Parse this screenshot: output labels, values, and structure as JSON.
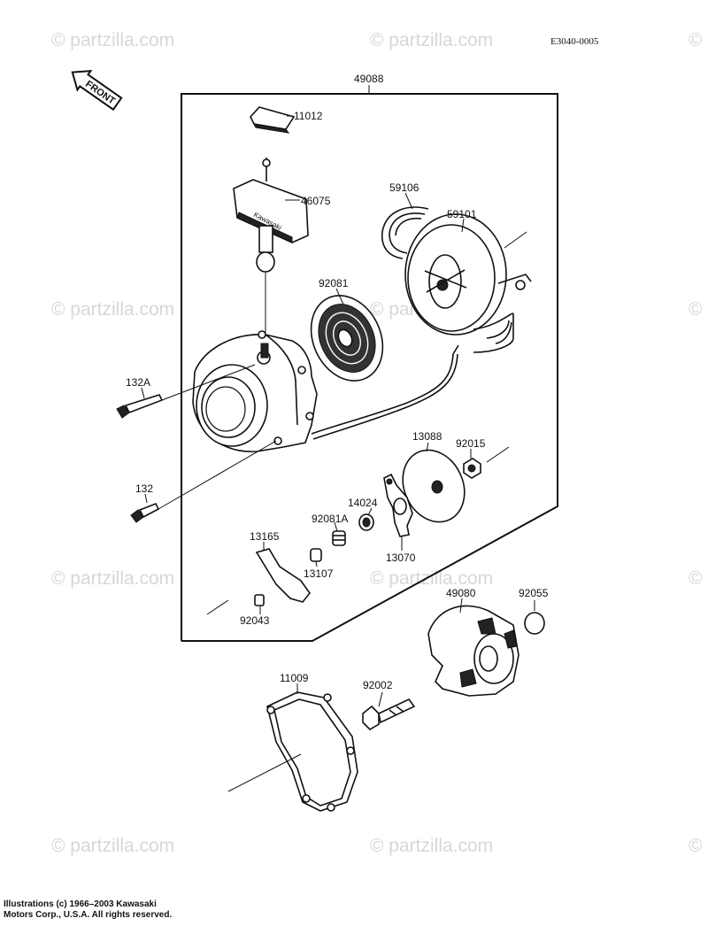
{
  "diagram_code": "E3040-0005",
  "front_label": "FRONT",
  "watermark": "© partzilla.com",
  "copyright": {
    "line1": "Illustrations (c) 1966–2003 Kawasaki",
    "line2": "Motors Corp., U.S.A.  All rights reserved."
  },
  "parts": {
    "p49088": "49088",
    "p11012": "11012",
    "p46075": "46075",
    "p59106": "59106",
    "p59101": "59101",
    "p92081": "92081",
    "p132A": "132A",
    "p132": "132",
    "p13088": "13088",
    "p92015": "92015",
    "p14024": "14024",
    "p92081A": "92081A",
    "p13070": "13070",
    "p13165": "13165",
    "p13107": "13107",
    "p92043": "92043",
    "p49080": "49080",
    "p92055": "92055",
    "p11009": "11009",
    "p92002": "92002"
  },
  "handle_brand": "Kawasaki"
}
